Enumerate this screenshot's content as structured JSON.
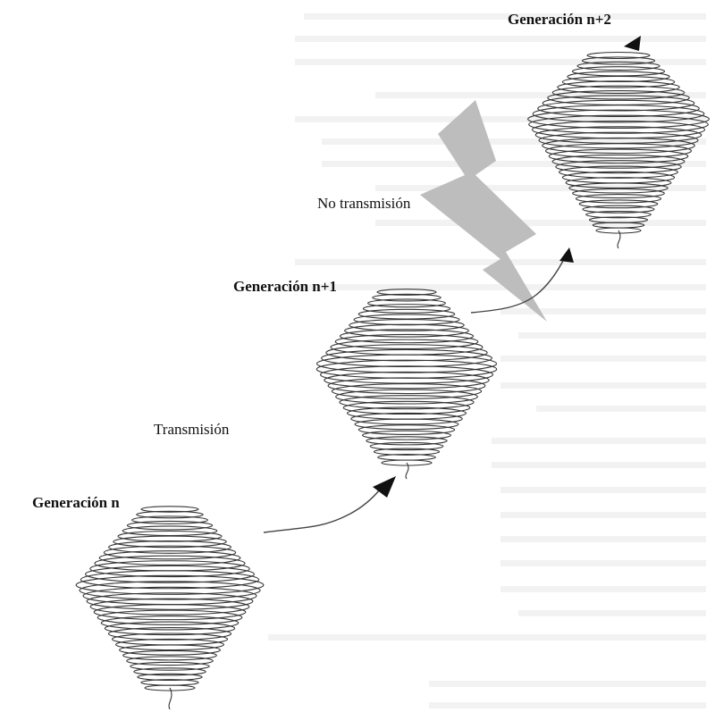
{
  "labels": {
    "gen_n": "Generación n",
    "gen_n1": "Generación n+1",
    "gen_n2": "Generación n+2",
    "transmision": "Transmisión",
    "no_transmision": "No transmisión"
  },
  "colors": {
    "ink": "#333333",
    "arrow_head": "#111111",
    "lightning": "#bdbdbd",
    "background_text": "#d9d9d9"
  }
}
